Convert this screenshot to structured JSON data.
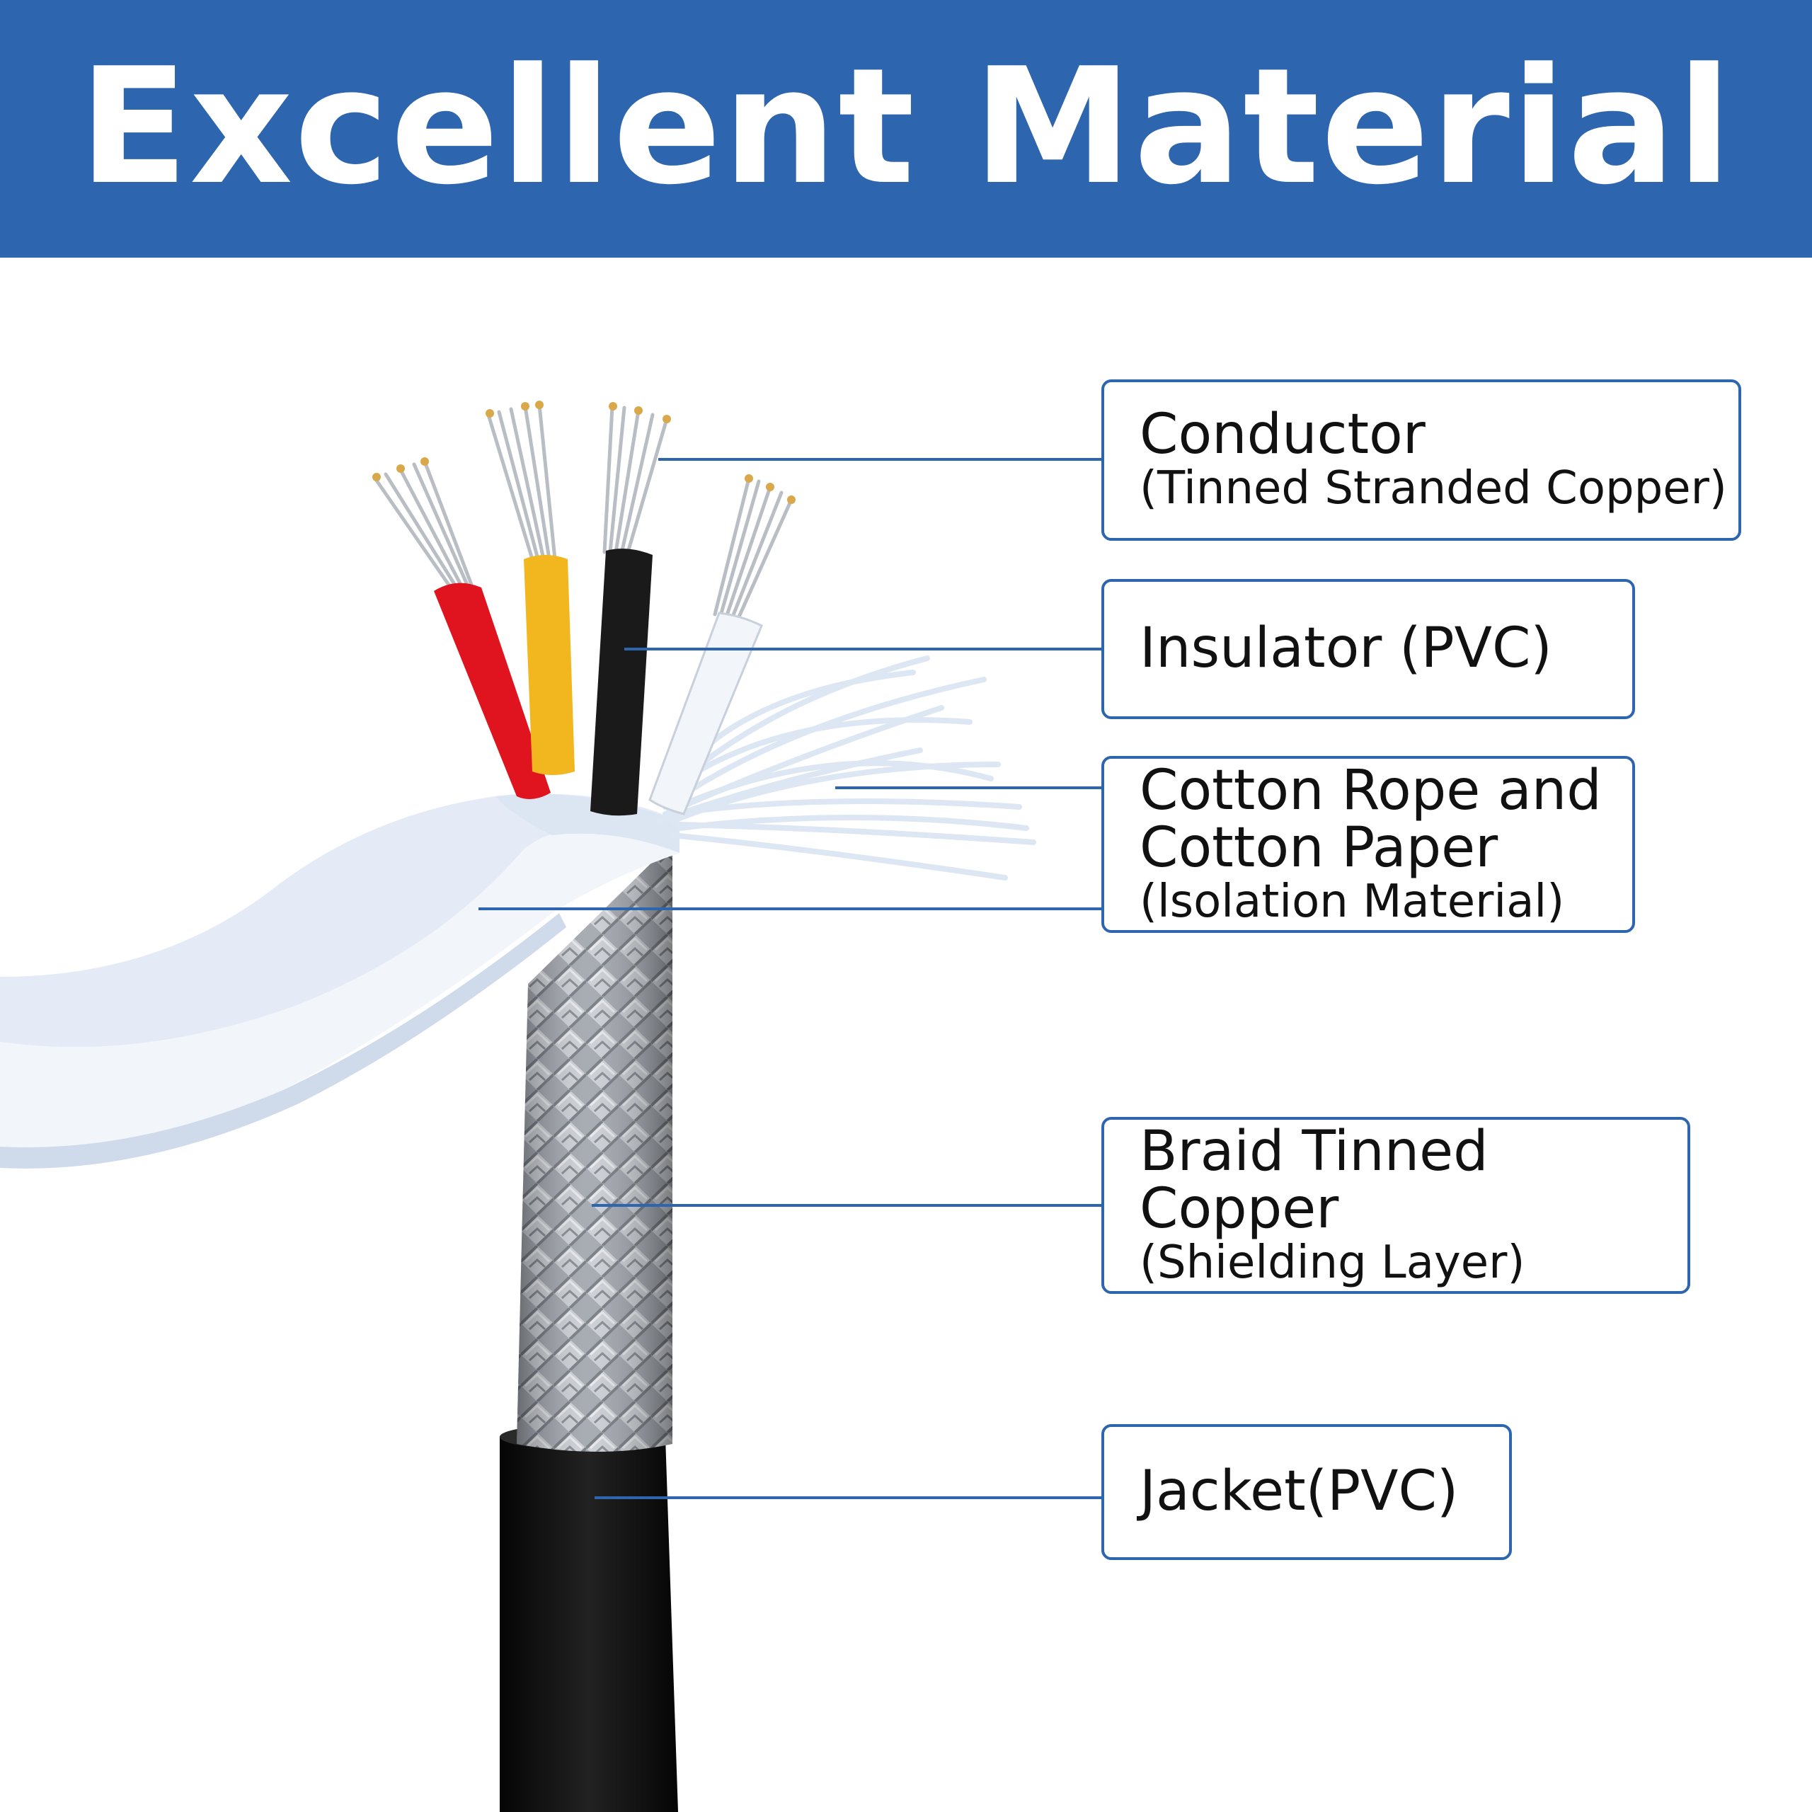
{
  "header": {
    "title": "Excellent Material"
  },
  "colors": {
    "header_bg": "#2D65AF",
    "leader_line": "#2D65AF",
    "box_border": "#2D65AF",
    "wire_red": "#E0141E",
    "wire_yellow": "#F2B61F",
    "wire_black": "#1A1A1A",
    "wire_white": "#F2F5FA",
    "jacket": "#0C0C0C",
    "cotton": "#E4EBF6",
    "braid": "#A7ABB2"
  },
  "labels": [
    {
      "id": "conductor",
      "title": "Conductor",
      "subtitle": "(Tinned Stranded Copper)"
    },
    {
      "id": "insulator",
      "title": "Insulator (PVC)",
      "subtitle": ""
    },
    {
      "id": "cotton",
      "title": "Cotton Rope and\nCotton Paper",
      "subtitle": "(lsolation Material)"
    },
    {
      "id": "braid",
      "title": "Braid Tinned Copper",
      "subtitle": "(Shielding Layer)"
    },
    {
      "id": "jacket",
      "title": "Jacket(PVC)",
      "subtitle": ""
    }
  ]
}
